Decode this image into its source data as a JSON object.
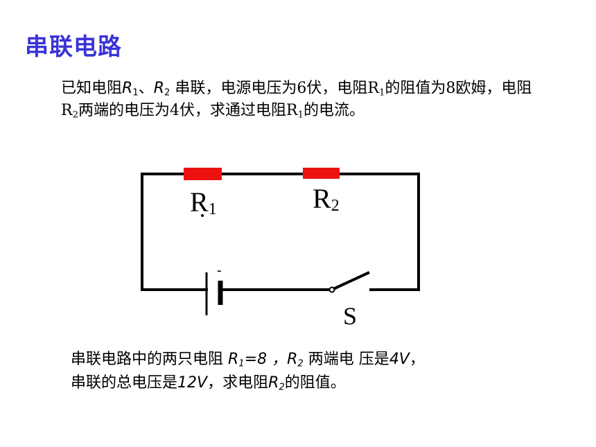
{
  "slide": {
    "title": "串联电路",
    "title_color": "#3a33d6",
    "problem1": {
      "p1": "已知电阻",
      "r_letter": "R",
      "sub1": "1",
      "sep": "、",
      "sub2": "2",
      "p2": " 串联，电源电压为",
      "val6": "6",
      "p3": "伏，电阻",
      "p4": "的阻值为",
      "val8": "8",
      "p5": "欧姆，电阻",
      "p6": "两端的电压为",
      "val4": "4",
      "p7": "伏，求通过电阻",
      "p8": "的电流。"
    },
    "circuit": {
      "label_r1": "R",
      "label_r1_sub": "1",
      "label_r2": "R",
      "label_r2_sub": "2",
      "label_s": "S",
      "label_minus": "-",
      "resistor_color": "#ee1111",
      "wire_color": "#000000"
    },
    "problem2": {
      "p1": " 串联电路中的两只电阻 ",
      "r_letter": "R",
      "sub1": "1",
      "eq": "=8 ，",
      "sub2": "2",
      "p2": " 两端电 压是",
      "v1": "4V",
      "p3": "，",
      "p4": "串联的总电压是",
      "v2": "12V",
      "p5": "，求电阻",
      "p6": "的阻值。"
    }
  }
}
